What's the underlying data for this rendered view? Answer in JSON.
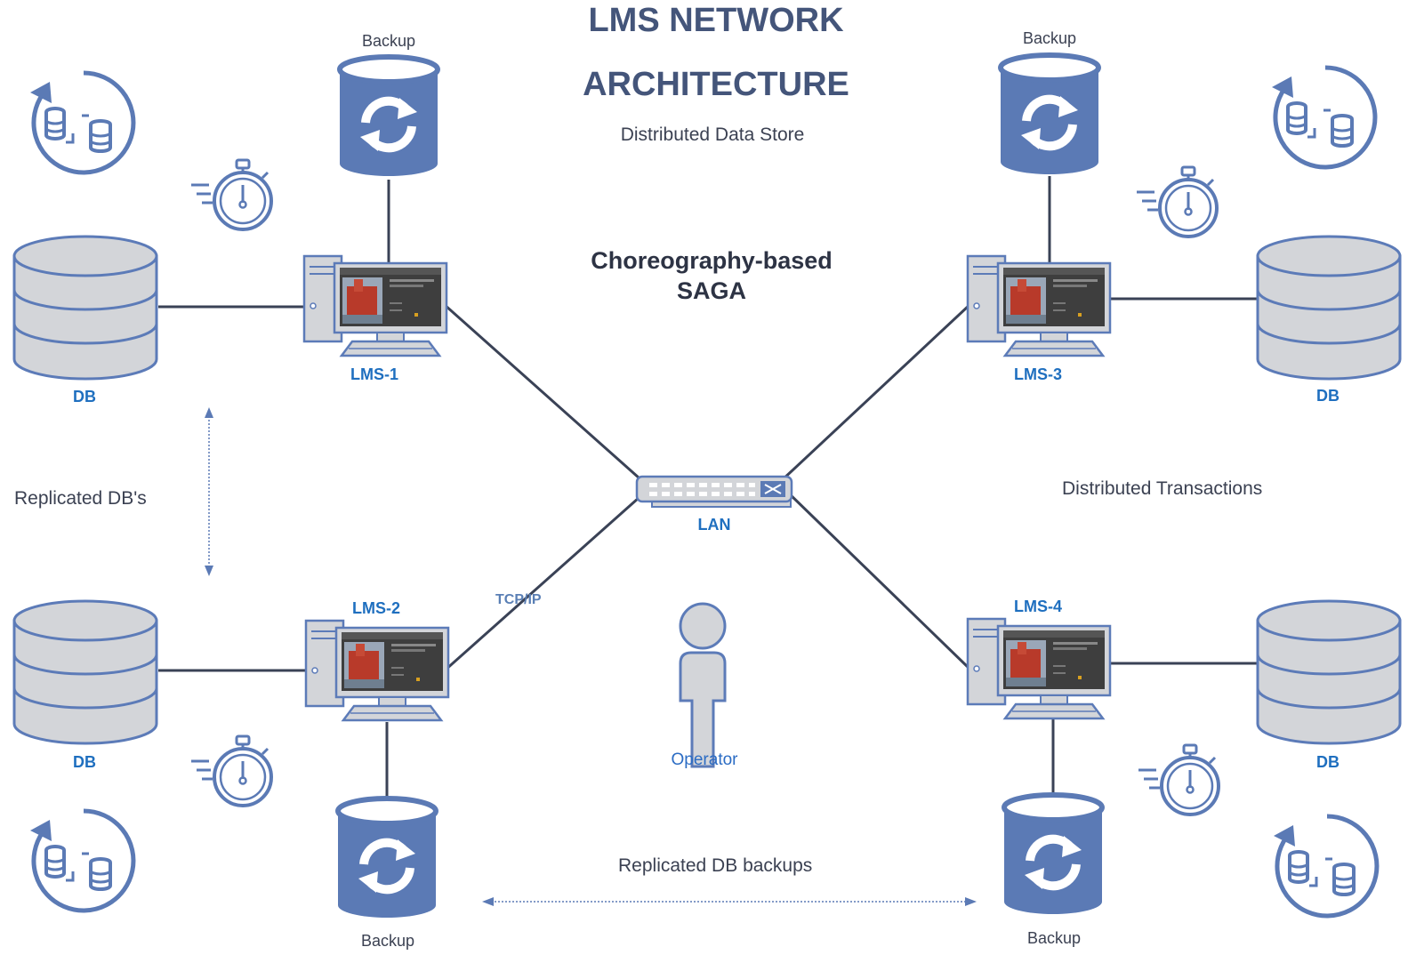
{
  "title": {
    "line1": "LMS NETWORK",
    "line2": "ARCHITECTURE",
    "subtitle": "Distributed Data Store"
  },
  "saga": {
    "line1": "Choreography-based",
    "line2": "SAGA"
  },
  "annotations": {
    "replicated_dbs": "Replicated DB's",
    "distributed_transactions": "Distributed Transactions",
    "replicated_backups": "Replicated DB backups",
    "tcp_ip": "TCP/IP"
  },
  "network": {
    "lan_label": "LAN",
    "operator_label": "Operator"
  },
  "nodes": [
    {
      "id": "lms-1",
      "label": "LMS-1",
      "db_label": "DB",
      "backup_label": "Backup"
    },
    {
      "id": "lms-2",
      "label": "LMS-2",
      "db_label": "DB",
      "backup_label": "Backup"
    },
    {
      "id": "lms-3",
      "label": "LMS-3",
      "db_label": "DB",
      "backup_label": "Backup"
    },
    {
      "id": "lms-4",
      "label": "LMS-4",
      "db_label": "DB",
      "backup_label": "Backup"
    }
  ],
  "colors": {
    "icon_blue": "#5b7ab5",
    "db_fill": "#d3d5d9",
    "db_stroke": "#5c7bb8",
    "line": "#3a4256",
    "label_blue": "#1f6fbf"
  }
}
